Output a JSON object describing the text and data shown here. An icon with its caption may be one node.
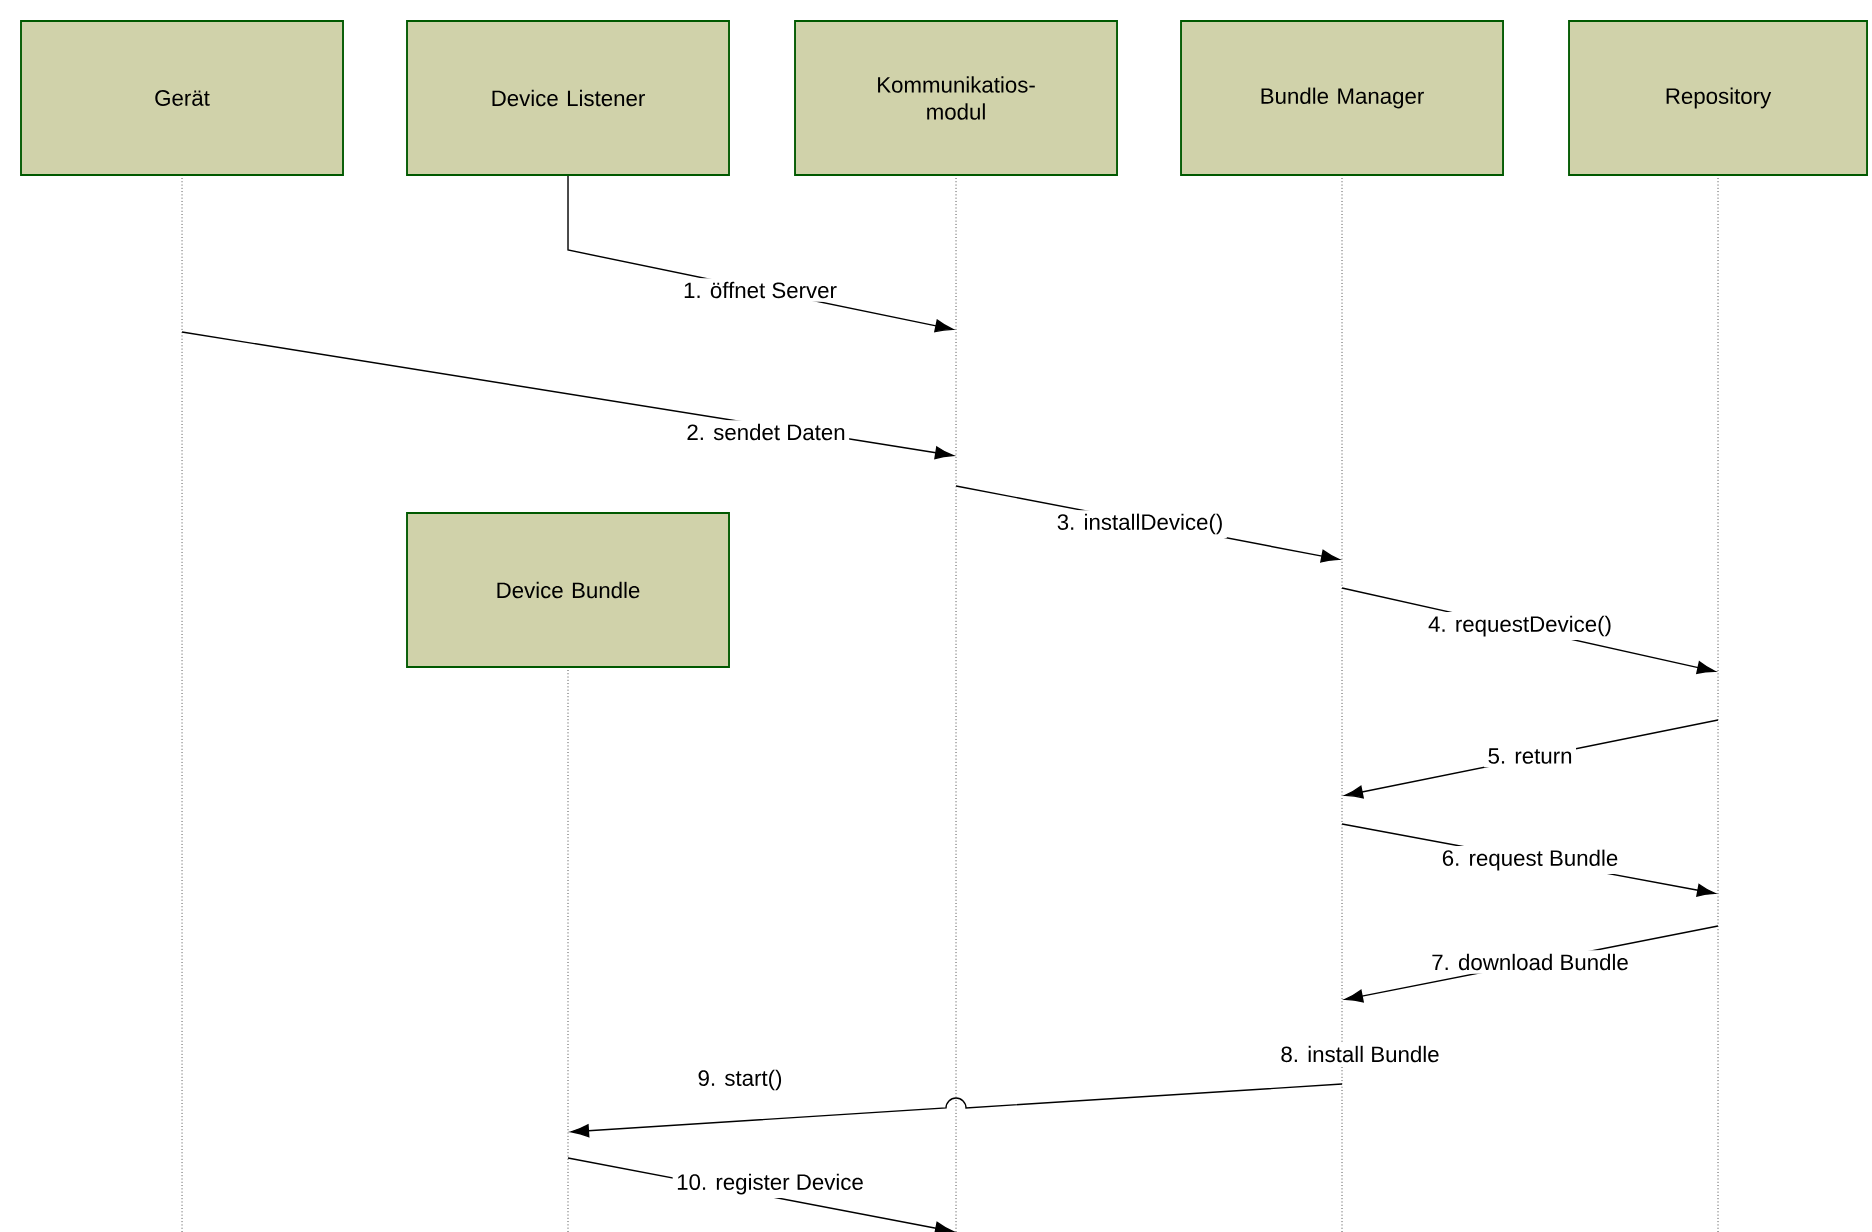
{
  "diagram": {
    "nodes": [
      {
        "text": [
          "Gerät"
        ]
      },
      {
        "text": [
          "Device Listener"
        ]
      },
      {
        "text": [
          "Kommunikatios- modul"
        ]
      },
      {
        "text": [
          "Bundle Manager"
        ]
      },
      {
        "text": [
          "Repository"
        ]
      },
      {
        "text": [
          "Device Bundle"
        ]
      },
      {
        "text": [],
        "shape": "line"
      },
      {
        "text": [],
        "shape": "line"
      },
      {
        "text": [],
        "shape": "line"
      },
      {
        "text": [],
        "shape": "line"
      },
      {
        "text": [],
        "shape": "line"
      }
    ],
    "edges": [
      {
        "from": 1,
        "to": 8,
        "arrow": "to",
        "label": "1. öffnet Server"
      },
      {
        "from": 6,
        "to": 8,
        "arrow": "to",
        "label": "2. sendet Daten"
      },
      {
        "from": 8,
        "to": 9,
        "arrow": "to",
        "label": "3. installDevice()"
      },
      {
        "from": 9,
        "to": 10,
        "arrow": "to",
        "label": "4. requestDevice()"
      },
      {
        "from": 10,
        "to": 9,
        "arrow": "to",
        "label": "5. return"
      },
      {
        "from": 9,
        "to": 10,
        "arrow": "to",
        "label": "6. request Bundle"
      },
      {
        "from": 10,
        "to": 9,
        "arrow": "to",
        "label": "7. download Bundle"
      },
      {
        "from": 9,
        "to": 7,
        "arrow": "to",
        "label": "9. start()"
      },
      {
        "from": 7,
        "to": 8,
        "arrow": "to",
        "label": "10. register Device"
      }
    ],
    "labels": [
      "8. install Bundle"
    ]
  }
}
